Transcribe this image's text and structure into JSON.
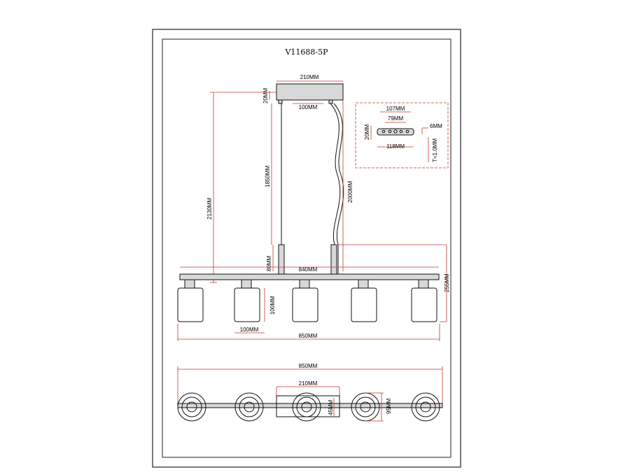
{
  "model": "V11688-5P",
  "dims": {
    "canopy_width": "210MM",
    "canopy_height": "20MM",
    "canopy_inner": "100MM",
    "overall_height": "2130MM",
    "wire_length": "1850MM",
    "cable_length": "2000MM",
    "drop_rod": "80MM",
    "bar_length": "840MM",
    "fixture_height": "255MM",
    "shade_height": "100MM",
    "shade_width": "100MM",
    "total_width": "850MM",
    "top_total_width": "850MM",
    "top_canopy": "210MM",
    "top_inner_diam": "45MM",
    "top_outer_diam": "95MM"
  },
  "bracket": {
    "length_outer": "107MM",
    "length_holes": "79MM",
    "length_total": "118MM",
    "height": "20MM",
    "hole": "6MM",
    "thickness": "T=1.0MM"
  }
}
